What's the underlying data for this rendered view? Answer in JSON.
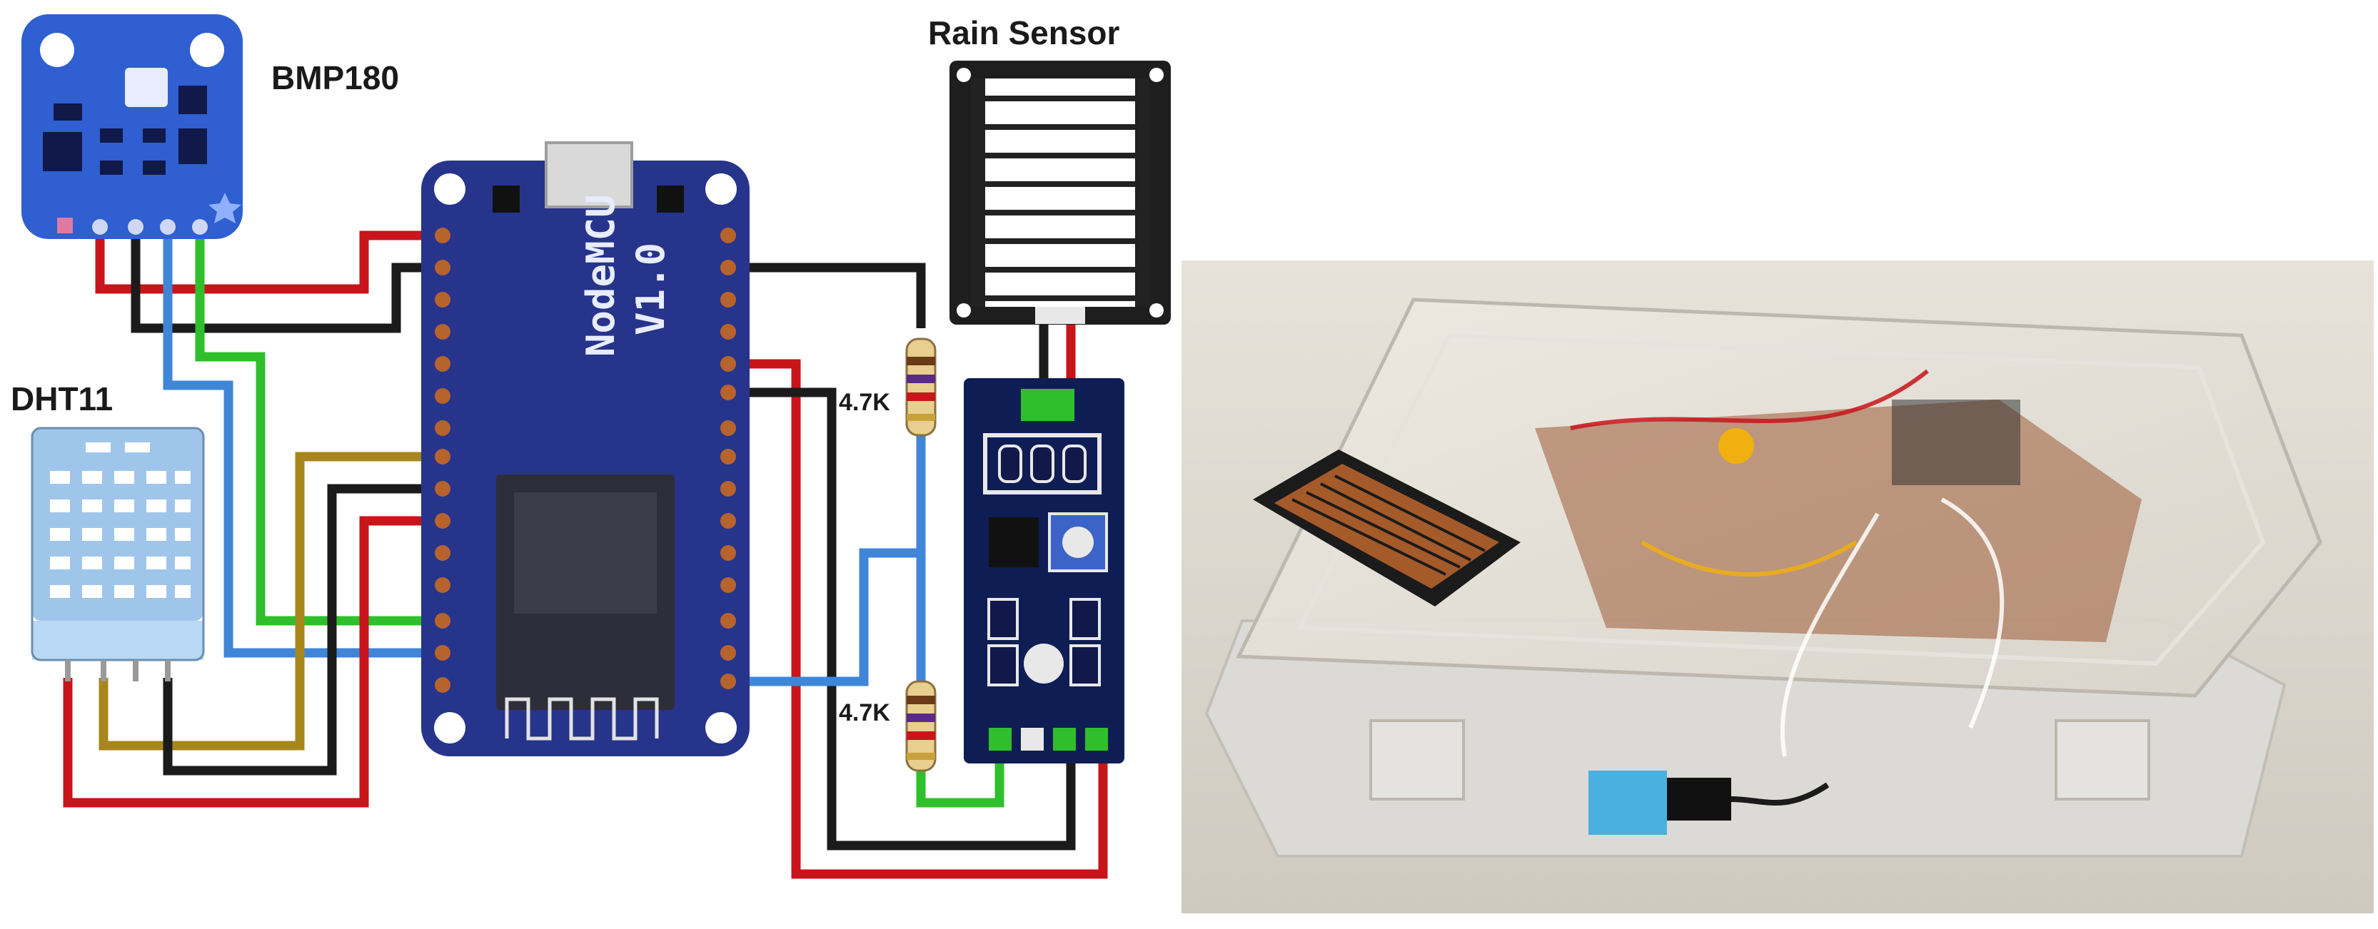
{
  "labels": {
    "bmp180": "BMP180",
    "dht11": "DHT11",
    "rain_sensor": "Rain Sensor",
    "resistor_top": "4.7K",
    "resistor_bottom": "4.7K",
    "mcu_name": "NodeMCU",
    "mcu_version": "V1.0"
  },
  "colors": {
    "wire_red": "#c8141b",
    "wire_black": "#1b1b1b",
    "wire_green": "#2fbf2c",
    "wire_blue": "#3f86d8",
    "wire_gold": "#a8861e",
    "board_blue": "#27348b",
    "bmp_blue": "#2f5fd0",
    "dht_blue": "#9fc6ea",
    "rain_module_navy": "#0e1e54"
  }
}
